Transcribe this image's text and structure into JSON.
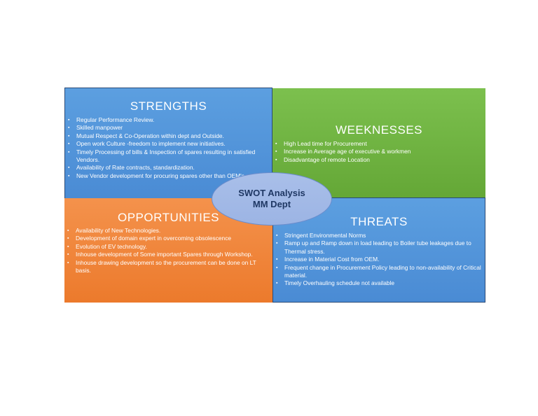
{
  "strengths": {
    "title": "STRENGTHS",
    "items": [
      "Regular Performance Review.",
      "Skilled manpower",
      "Mutual Respect & Co-Operation within dept and Outside.",
      "Open work Culture -freedom to implement new initiatives.",
      "Timely Processing of bills & Inspection of spares resulting in satisfied Vendors.",
      "Availability of Rate contracts, standardization.",
      "New Vendor development for procuring spares other than OEM's"
    ]
  },
  "weaknesses": {
    "title": "WEEKNESSES",
    "items": [
      "High Lead time for Procurement",
      "Increase in Average age of executive & workmen",
      "Disadvantage of remote Location"
    ]
  },
  "opportunities": {
    "title": "OPPORTUNITIES",
    "items": [
      "Availability of New Technologies.",
      "Development of domain expert in overcoming obsolescence",
      "Evolution of EV technology.",
      "Inhouse development of Some important Spares through Workshop.",
      "Inhouse drawing development  so the procurement can be done on LT basis."
    ]
  },
  "threats": {
    "title": "THREATS",
    "items": [
      "Stringent Environmental Norms",
      "Ramp up and Ramp down in load leading to Boiler tube leakages due to Thermal stress.",
      "Increase in Material Cost from OEM.",
      "Frequent change in Procurement Policy leading to non-availability of Critical material.",
      "Timely Overhauling schedule not available"
    ]
  },
  "center": {
    "line1": "SWOT Analysis",
    "line2": "MM Dept"
  },
  "colors": {
    "strengths": "#5b9bd5",
    "weaknesses": "#70ad47",
    "opportunities": "#ed7d31",
    "threats": "#5b9bd5",
    "oval": "#a4bbe6"
  }
}
